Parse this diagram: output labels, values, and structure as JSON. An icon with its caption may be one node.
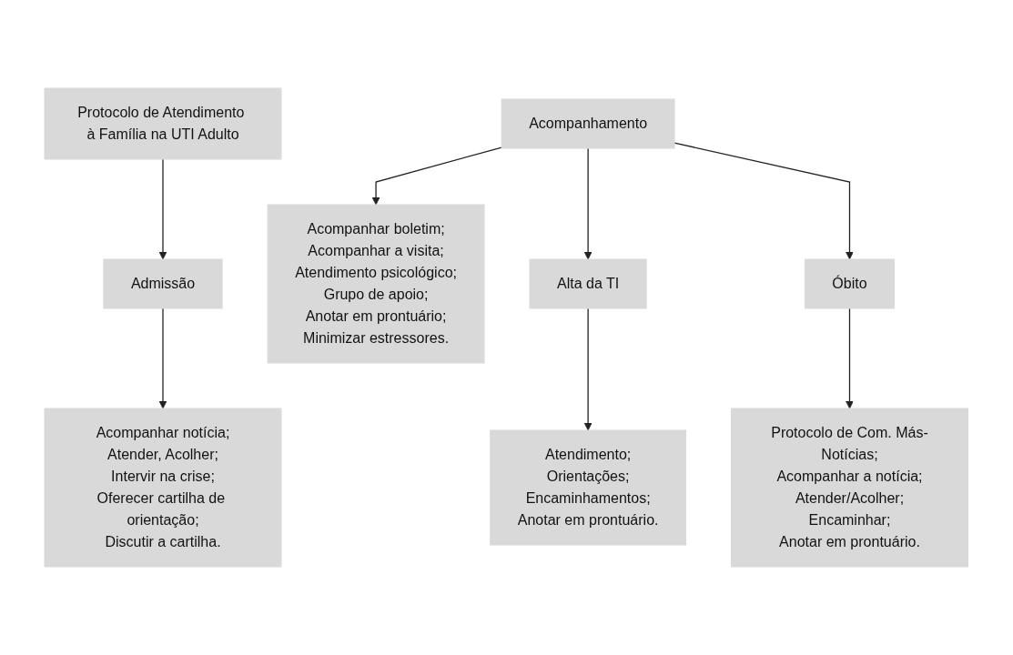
{
  "diagram": {
    "nodes": [
      {
        "text": [
          "Protocolo de Atendimento à Família na UTI Adulto"
        ]
      },
      {
        "text": [
          "Admissão"
        ]
      },
      {
        "text": [
          "Acompanhar notícia;",
          "Atender, Acolher;",
          "Intervir na crise;",
          "Oferecer cartilha de orientação;",
          "Discutir a cartilha."
        ]
      },
      {
        "text": [
          "Acompanhamento"
        ]
      },
      {
        "text": [
          "Acompanhar boletim;",
          "Acompanhar a visita;",
          "Atendimento psicológico;",
          "Grupo de apoio;",
          "Anotar em prontuário;",
          "Minimizar estressores."
        ]
      },
      {
        "text": [
          "Alta da TI"
        ]
      },
      {
        "text": [
          "Óbito"
        ]
      },
      {
        "text": [
          "Atendimento;",
          "Orientações;",
          "Encaminhamentos;",
          "Anotar em prontuário."
        ]
      },
      {
        "text": [
          "Protocolo de Com. Más-Notícias;",
          "Acompanhar a notícia;",
          "Atender/Acolher;",
          "Encaminhar;",
          "Anotar em prontuário."
        ]
      }
    ],
    "edges": [
      {
        "from": 0,
        "to": 1,
        "arrow": "to"
      },
      {
        "from": 1,
        "to": 2,
        "arrow": "to"
      },
      {
        "from": 3,
        "to": 4,
        "arrow": "to"
      },
      {
        "from": 3,
        "to": 5,
        "arrow": "to"
      },
      {
        "from": 3,
        "to": 6,
        "arrow": "to"
      },
      {
        "from": 5,
        "to": 7,
        "arrow": "to"
      },
      {
        "from": 6,
        "to": 8,
        "arrow": "to"
      }
    ]
  }
}
